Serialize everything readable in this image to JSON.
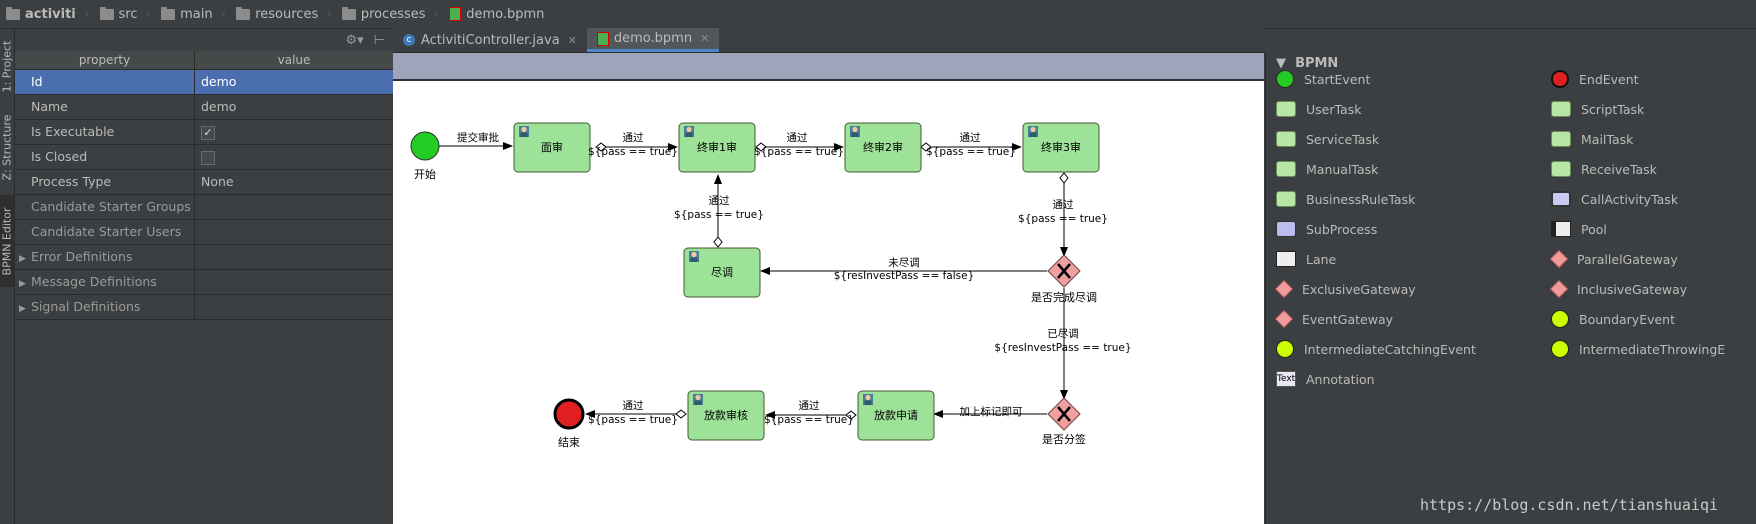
{
  "breadcrumb": [
    {
      "label": "activiti",
      "kind": "module"
    },
    {
      "label": "src",
      "kind": "folder"
    },
    {
      "label": "main",
      "kind": "folder"
    },
    {
      "label": "resources",
      "kind": "folder"
    },
    {
      "label": "processes",
      "kind": "folder"
    },
    {
      "label": "demo.bpmn",
      "kind": "bpmn-file"
    }
  ],
  "side_tabs": [
    "1: Project",
    "Z: Structure",
    "BPMN Editor"
  ],
  "properties": {
    "header": {
      "property": "property",
      "value": "value"
    },
    "rows": [
      {
        "name": "Id",
        "value": "demo",
        "selected": true
      },
      {
        "name": "Name",
        "value": "demo"
      },
      {
        "name": "Is Executable",
        "checkbox": true,
        "checked": true
      },
      {
        "name": "Is Closed",
        "checkbox": true,
        "checked": false
      },
      {
        "name": "Process Type",
        "value": "None"
      },
      {
        "name": "Candidate Starter Groups",
        "value": ""
      },
      {
        "name": "Candidate Starter Users",
        "value": ""
      },
      {
        "name": "Error Definitions",
        "value": "",
        "expandable": true
      },
      {
        "name": "Message Definitions",
        "value": "",
        "expandable": true
      },
      {
        "name": "Signal Definitions",
        "value": "",
        "expandable": true
      }
    ]
  },
  "editor_tabs": [
    {
      "label": "ActivitiController.java",
      "icon": "java-class-icon",
      "active": false
    },
    {
      "label": "demo.bpmn",
      "icon": "bpmn-file-icon",
      "active": true
    }
  ],
  "diagram": {
    "start_label": "开始",
    "end_label": "结束",
    "tasks": {
      "mianshen": "面审",
      "zhongshen1": "终审1审",
      "zhongshen2": "终审2审",
      "zhongshen3": "终审3审",
      "jindiao": "尽调",
      "fangkuan_shenqing": "放款申请",
      "fangkuan_shenhe": "放款审核"
    },
    "gateways": {
      "wancheng": "是否完成尽调",
      "fenqian": "是否分签"
    },
    "flows": {
      "submit": "提交审批",
      "pass": "通过",
      "pass_cond": "${pass == true}",
      "not_done": "未尽调",
      "not_done_cond": "${resInvestPass == false}",
      "done": "已尽调",
      "done_cond": "${resInvestPass == true}",
      "add_mark": "加上标记即可"
    }
  },
  "palette": {
    "title": "BPMN",
    "items": [
      {
        "label": "StartEvent",
        "icon": "start-event-icon"
      },
      {
        "label": "EndEvent",
        "icon": "end-event-icon"
      },
      {
        "label": "UserTask",
        "icon": "user-task-icon"
      },
      {
        "label": "ScriptTask",
        "icon": "script-task-icon"
      },
      {
        "label": "ServiceTask",
        "icon": "service-task-icon"
      },
      {
        "label": "MailTask",
        "icon": "mail-task-icon"
      },
      {
        "label": "ManualTask",
        "icon": "manual-task-icon"
      },
      {
        "label": "ReceiveTask",
        "icon": "receive-task-icon"
      },
      {
        "label": "BusinessRuleTask",
        "icon": "business-rule-task-icon"
      },
      {
        "label": "CallActivityTask",
        "icon": "call-activity-task-icon"
      },
      {
        "label": "SubProcess",
        "icon": "subprocess-icon"
      },
      {
        "label": "Pool",
        "icon": "pool-icon"
      },
      {
        "label": "Lane",
        "icon": "lane-icon"
      },
      {
        "label": "ParallelGateway",
        "icon": "parallel-gateway-icon"
      },
      {
        "label": "ExclusiveGateway",
        "icon": "exclusive-gateway-icon"
      },
      {
        "label": "InclusiveGateway",
        "icon": "inclusive-gateway-icon"
      },
      {
        "label": "EventGateway",
        "icon": "event-gateway-icon"
      },
      {
        "label": "BoundaryEvent",
        "icon": "boundary-event-icon"
      },
      {
        "label": "IntermediateCatchingEvent",
        "icon": "intermediate-catching-event-icon"
      },
      {
        "label": "IntermediateThrowingE",
        "icon": "intermediate-throwing-event-icon"
      },
      {
        "label": "Annotation",
        "icon": "annotation-icon",
        "icon_text": "Text"
      }
    ]
  },
  "watermark": "https://blog.csdn.net/tianshuaiqi",
  "colors": {
    "ide_bg": "#3c3f41",
    "selection": "#4b6eaf",
    "task_fill": "#9ee29a",
    "start_fill": "#22cc22",
    "end_fill": "#e02020",
    "gateway_fill": "#f0a0a0"
  }
}
